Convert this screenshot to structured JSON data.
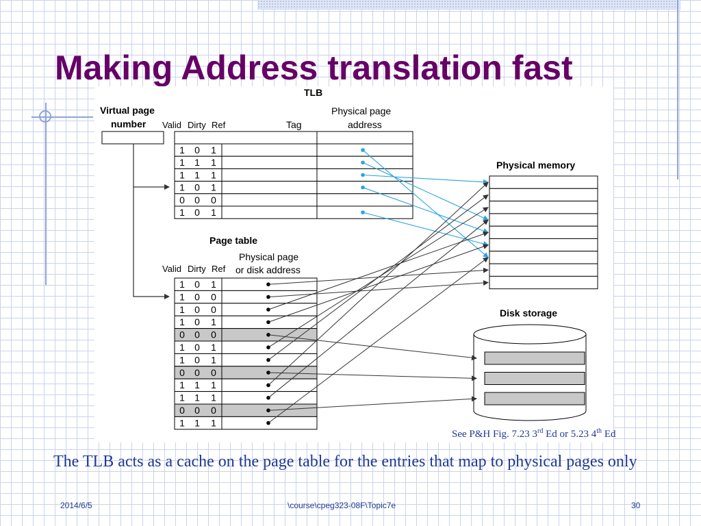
{
  "slide": {
    "title": "Making Address translation fast",
    "body_text": "The TLB acts as a cache on the page table for the entries that map to physical pages only",
    "citation": {
      "prefix": "See P&H Fig. 7.23 3",
      "sup1": "rd",
      "middle": " Ed or 5.23 4",
      "sup2": "th",
      "suffix": " Ed"
    },
    "footer": {
      "date": "2014/6/5",
      "path": "\\course\\cpeg323-08F\\Topic7e",
      "page": "30"
    }
  },
  "diagram": {
    "virtual_page_label": [
      "Virtual page",
      "number"
    ],
    "tlb": {
      "title": "TLB",
      "headers": {
        "valid": "Valid",
        "dirty": "Dirty",
        "ref": "Ref",
        "tag": "Tag",
        "phys": [
          "Physical page",
          "address"
        ]
      },
      "rows": [
        {
          "bits": [
            "1",
            "0",
            "1"
          ],
          "target": 6
        },
        {
          "bits": [
            "1",
            "1",
            "1"
          ],
          "target": 3
        },
        {
          "bits": [
            "1",
            "1",
            "1"
          ],
          "target": 0
        },
        {
          "bits": [
            "1",
            "0",
            "1"
          ],
          "target": 4
        },
        {
          "bits": [
            "0",
            "0",
            "0"
          ],
          "target": null
        },
        {
          "bits": [
            "1",
            "0",
            "1"
          ],
          "target": 5
        }
      ]
    },
    "page_table": {
      "title": "Page table",
      "headers": {
        "valid": "Valid",
        "dirty": "Dirty",
        "ref": "Ref",
        "phys": [
          "Physical page",
          "or disk address"
        ]
      },
      "rows": [
        {
          "bits": [
            "1",
            "0",
            "1"
          ],
          "kind": "mem",
          "target": 7
        },
        {
          "bits": [
            "1",
            "0",
            "0"
          ],
          "kind": "mem",
          "target": 8
        },
        {
          "bits": [
            "1",
            "0",
            "0"
          ],
          "kind": "mem",
          "target": 4
        },
        {
          "bits": [
            "1",
            "0",
            "1"
          ],
          "kind": "mem",
          "target": 5
        },
        {
          "bits": [
            "0",
            "0",
            "0"
          ],
          "kind": "disk",
          "target": 0
        },
        {
          "bits": [
            "1",
            "0",
            "1"
          ],
          "kind": "mem",
          "target": 2
        },
        {
          "bits": [
            "1",
            "0",
            "1"
          ],
          "kind": "mem",
          "target": 1
        },
        {
          "bits": [
            "0",
            "0",
            "0"
          ],
          "kind": "disk",
          "target": 1
        },
        {
          "bits": [
            "1",
            "1",
            "1"
          ],
          "kind": "mem",
          "target": 0
        },
        {
          "bits": [
            "1",
            "1",
            "1"
          ],
          "kind": "mem",
          "target": 3
        },
        {
          "bits": [
            "0",
            "0",
            "0"
          ],
          "kind": "disk",
          "target": 2
        },
        {
          "bits": [
            "1",
            "1",
            "1"
          ],
          "kind": "mem",
          "target": 6
        }
      ]
    },
    "physical_memory": {
      "title": "Physical memory",
      "frames": 9
    },
    "disk_storage": {
      "title": "Disk storage",
      "blocks": 3
    },
    "colors": {
      "tlb_arrow": "#29a3e0",
      "pt_arrow": "#333333",
      "invalid_fill": "#c8c8c8"
    }
  }
}
